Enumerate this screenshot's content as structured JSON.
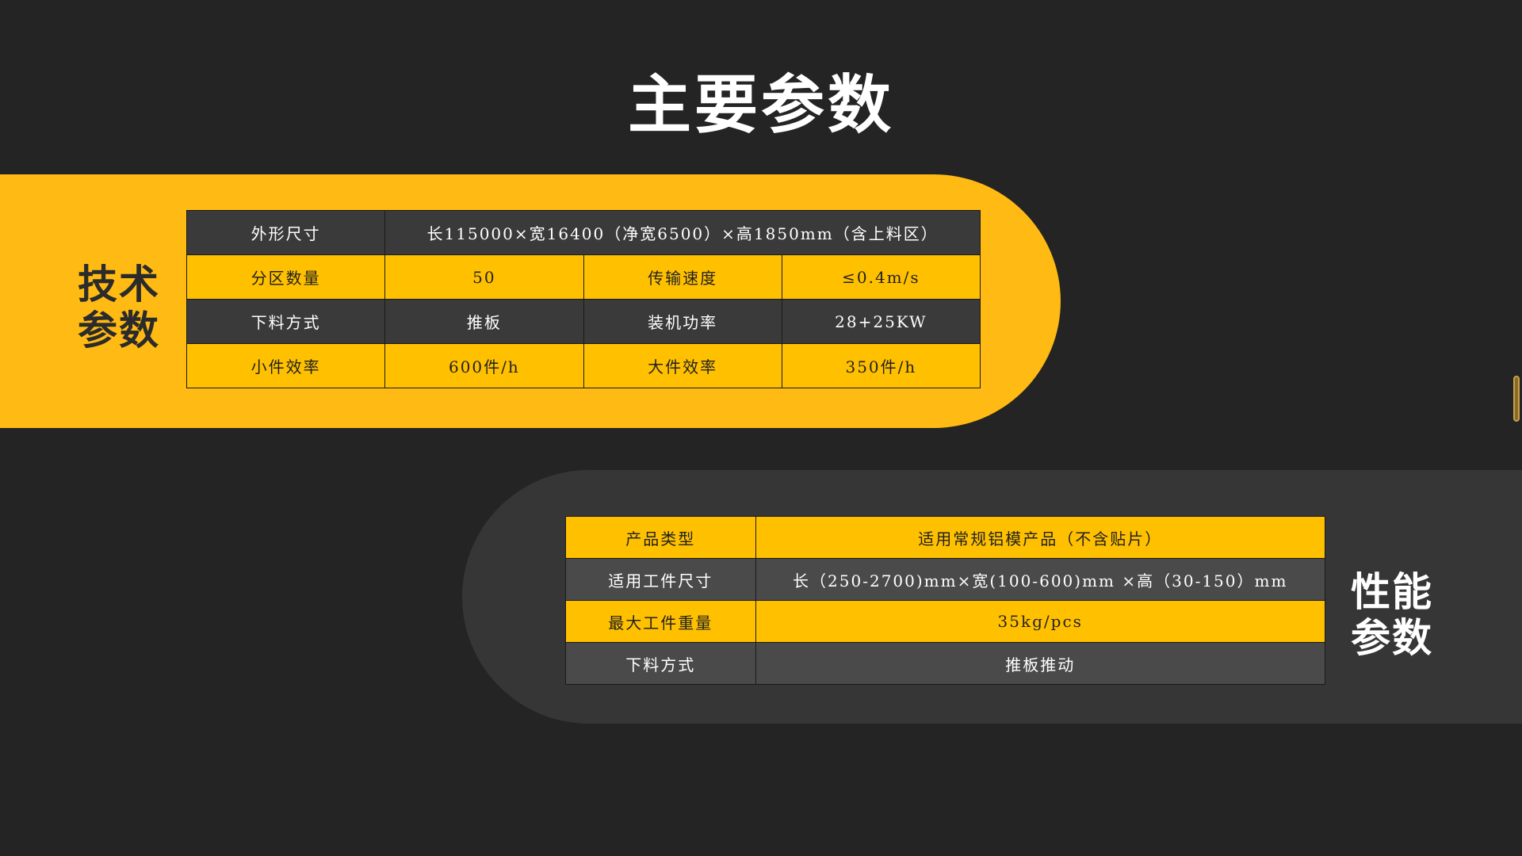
{
  "title": "主要参数",
  "tech_section": {
    "label_line1": "技术",
    "label_line2": "参数",
    "rows": [
      {
        "c1": "外形尺寸",
        "c2": "长115000×宽16400（净宽6500）×高1850mm（含上料区）"
      },
      {
        "c1": "分区数量",
        "c2": "50",
        "c3": "传输速度",
        "c4": "≤0.4m/s"
      },
      {
        "c1": "下料方式",
        "c2": "推板",
        "c3": "装机功率",
        "c4": "28+25KW"
      },
      {
        "c1": "小件效率",
        "c2": "600件/h",
        "c3": "大件效率",
        "c4": "350件/h"
      }
    ]
  },
  "perf_section": {
    "label_line1": "性能",
    "label_line2": "参数",
    "rows": [
      {
        "c1": "产品类型",
        "c2": "适用常规铝模产品（不含贴片）"
      },
      {
        "c1": "适用工件尺寸",
        "c2": "长（250-2700)mm×宽(100-600)mm ×高（30-150）mm"
      },
      {
        "c1": "最大工件重量",
        "c2": "35kg/pcs"
      },
      {
        "c1": "下料方式",
        "c2": "推板推动"
      }
    ]
  },
  "colors": {
    "background": "#242424",
    "accent_yellow": "#ffba14",
    "cell_yellow": "#ffc000",
    "cell_dark": "#3a3a3a",
    "band_dark": "#363636"
  }
}
